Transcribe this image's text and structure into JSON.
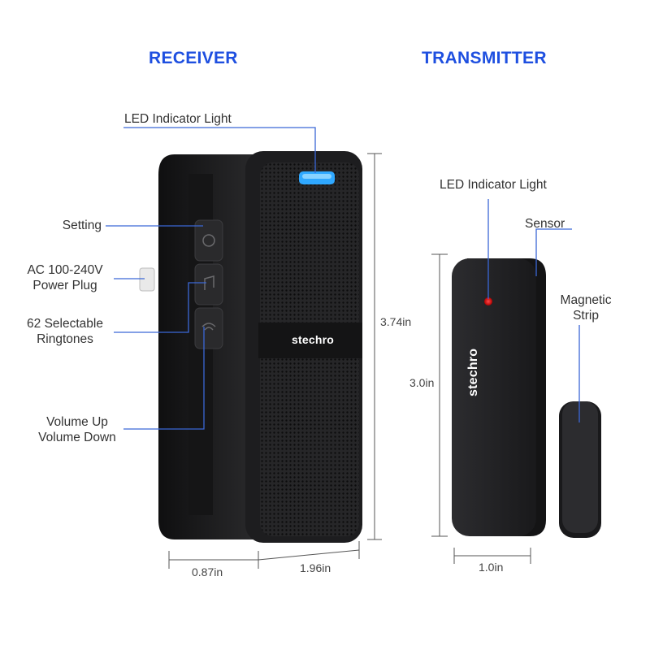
{
  "headings": {
    "receiver": "RECEIVER",
    "transmitter": "TRANSMITTER"
  },
  "receiver": {
    "led_label": "LED Indicator Light",
    "setting_label": "Setting",
    "power_plug_line1": "AC 100-240V",
    "power_plug_line2": "Power Plug",
    "ringtones_line1": "62 Selectable",
    "ringtones_line2": "Ringtones",
    "volume_line1": "Volume Up",
    "volume_line2": "Volume Down",
    "brand": "stechro",
    "height_dim": "3.74in",
    "depth_dim": "0.87in",
    "width_dim": "1.96in"
  },
  "transmitter": {
    "led_label": "LED Indicator Light",
    "sensor_label": "Sensor",
    "magnetic_line1": "Magnetic",
    "magnetic_line2": "Strip",
    "brand": "stechro",
    "height_dim": "3.0in",
    "width_dim": "1.0in"
  },
  "colors": {
    "heading": "#1e4fe0",
    "callout_line": "#3b67d6",
    "device_body": "#1c1c1e",
    "led_receiver": "#2fa8ff",
    "led_transmitter": "#e01010"
  }
}
